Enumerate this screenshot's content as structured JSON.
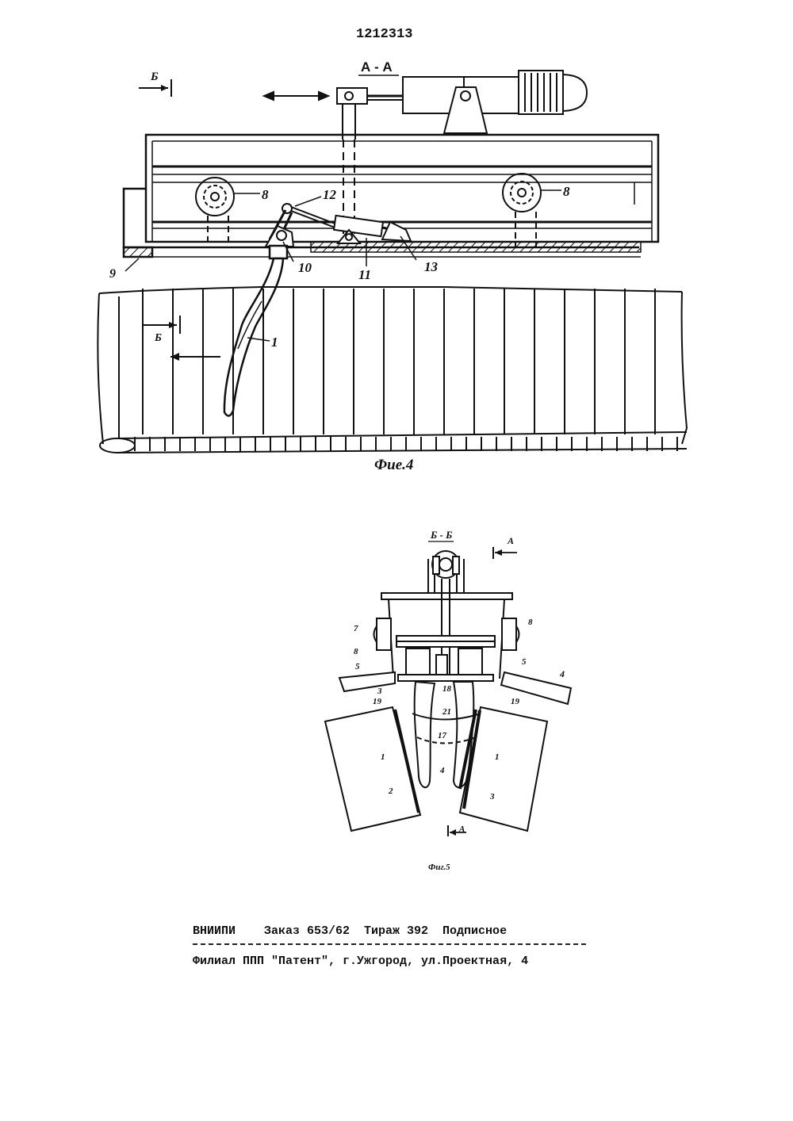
{
  "header": {
    "patent_number": "1212313"
  },
  "figure4": {
    "section_title": "А - А",
    "caption": "Фие.4",
    "section_marks": [
      "Б",
      "Б"
    ],
    "labels": {
      "wheel_left": "8",
      "wheel_right": "8",
      "rail": "9",
      "joint": "10",
      "cylinder": "11",
      "lever": "12",
      "bracket": "13",
      "tine": "1"
    }
  },
  "figure5": {
    "section_title": "Б - Б",
    "caption": "Фиг.5",
    "section_marks": [
      "А",
      "А"
    ],
    "labels": {
      "l7": "7",
      "l8_left": "8",
      "l5_left": "5",
      "l3_left": "3",
      "l19_left": "19",
      "l1_left": "1",
      "l2": "2",
      "l18": "18",
      "l21": "21",
      "l17": "17",
      "l4_center": "4",
      "l8_right": "8",
      "l5_right": "5",
      "l4_right": "4",
      "l19_right": "19",
      "l1_right": "1",
      "l3_right": "3"
    }
  },
  "footer": {
    "line1": "ВНИИПИ    Заказ 653/62  Тираж 392  Подписное",
    "line2": "Филиал ППП \"Патент\", г.Ужгород, ул.Проектная, 4"
  }
}
